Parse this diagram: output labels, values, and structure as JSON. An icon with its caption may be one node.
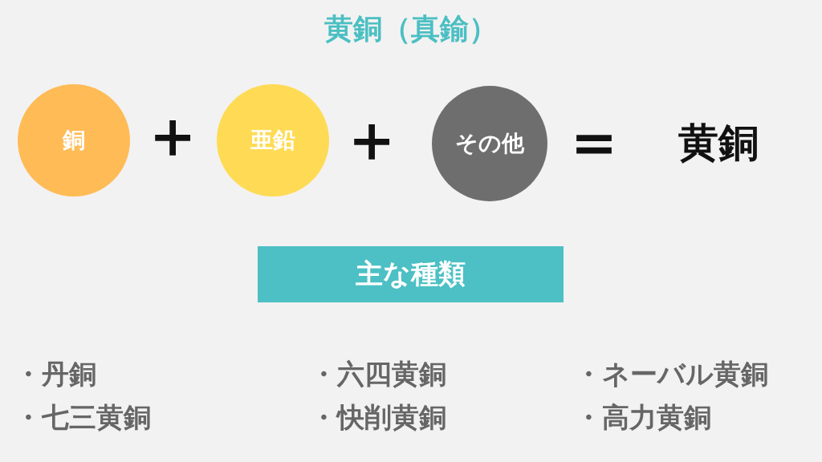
{
  "diagram": {
    "title": "黄銅（真鍮）",
    "nodes": [
      {
        "text": [
          "銅"
        ]
      },
      {
        "text": [
          "亜鉛"
        ]
      },
      {
        "text": [
          "その他"
        ]
      },
      {
        "text": [
          "主な種類"
        ]
      }
    ],
    "edges": [],
    "labels": [
      "＋",
      "＋",
      "＝",
      "黄銅",
      "・丹銅",
      "・六四黄銅",
      "・ネーバル黄銅",
      "・七三黄銅",
      "・快削黄銅",
      "・高力黄銅"
    ]
  }
}
